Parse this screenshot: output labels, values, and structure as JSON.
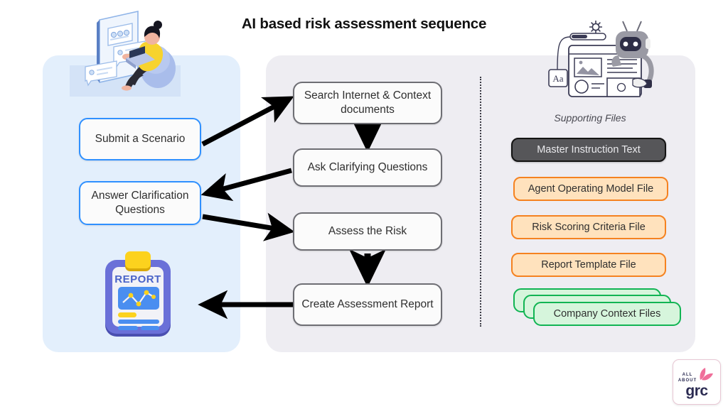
{
  "title": "AI based risk assessment sequence",
  "panels": {
    "left_label": "user-panel",
    "center_label": "agent-flow-panel"
  },
  "user_nodes": [
    {
      "id": "submit",
      "label": "Submit a Scenario"
    },
    {
      "id": "answer",
      "label": "Answer Clarification Questions"
    }
  ],
  "flow_nodes": [
    {
      "id": "search",
      "label": "Search Internet & Context documents"
    },
    {
      "id": "ask",
      "label": "Ask Clarifying Questions"
    },
    {
      "id": "assess",
      "label": "Assess the Risk"
    },
    {
      "id": "report",
      "label": "Create Assessment Report"
    }
  ],
  "supporting": {
    "heading": "Supporting Files",
    "files": [
      {
        "id": "master",
        "label": "Master Instruction Text",
        "style": "dark"
      },
      {
        "id": "agent",
        "label": "Agent Operating Model File",
        "style": "orange"
      },
      {
        "id": "risk",
        "label": "Risk Scoring Criteria File",
        "style": "orange"
      },
      {
        "id": "report",
        "label": "Report Template File",
        "style": "orange"
      }
    ],
    "context_files": {
      "label": "Company Context Files",
      "stack_count": 3
    }
  },
  "illustrations": {
    "person": "person-with-laptop-chat-illustration",
    "robot": "robot-with-browser-window-illustration",
    "report": "report-clipboard-3d-icon",
    "report_text": "REPORT"
  },
  "logo": {
    "line1": "ALL",
    "line2": "ABOUT",
    "wordmark": "grc"
  },
  "colors": {
    "left_panel": "#e3effc",
    "center_panel": "#eeedf2",
    "user_border": "#2f90ff",
    "flow_border": "#6e6e74",
    "orange_border": "#f58220",
    "orange_fill": "#ffe2bd",
    "green_border": "#11b453",
    "green_fill": "#d6f5dc",
    "dark_pill": "#565659",
    "arrow": "#000000",
    "logo_pink": "#ef6f9a",
    "logo_navy": "#2b2b52"
  }
}
